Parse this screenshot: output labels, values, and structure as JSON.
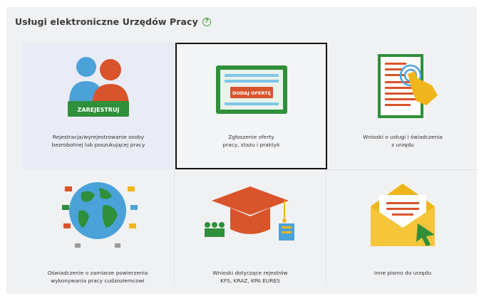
{
  "header": {
    "title": "Usługi elektroniczne Urzędów Pracy",
    "help_symbol": "?"
  },
  "colors": {
    "green": "#2f8f3a",
    "orange": "#d9532b",
    "blue": "#4aa2d9",
    "yellow": "#f0b51a"
  },
  "tiles": [
    {
      "icon": "people-register-icon",
      "button_label": "ZAREJESTRUJ",
      "label_line1": "Rejestracja/wyrejestrowanie osoby",
      "label_line2": "bezrobotnej lub poszukującej pracy"
    },
    {
      "icon": "job-offer-monitor-icon",
      "button_label": "DODAJ OFERTĘ",
      "label_line1": "Zgłoszenie oferty",
      "label_line2": "pracy, stażu i praktyk"
    },
    {
      "icon": "document-touch-icon",
      "label_line1": "Wnioski o usługi i świadczenia",
      "label_line2": "z urzędu"
    },
    {
      "icon": "globe-flags-icon",
      "label_line1": "Oświadczenie o zamiarze powierzenia",
      "label_line2": "wykonywania pracy cudzoziemcowi"
    },
    {
      "icon": "graduation-cap-icon",
      "label_line1": "Wnioski dotyczące rejestrów",
      "label_line2": "KFS, KRAZ, KPA EURES"
    },
    {
      "icon": "envelope-letter-icon",
      "label_line1": "Inne pismo do urzędu",
      "label_line2": ""
    }
  ]
}
